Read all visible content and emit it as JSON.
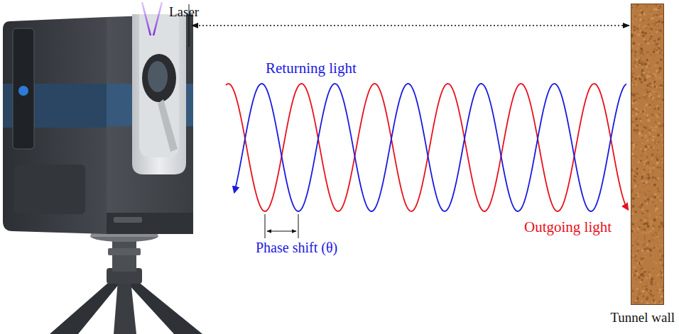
{
  "diagram": {
    "nodes": [
      {
        "text": [
          "Tunnel wall"
        ]
      }
    ],
    "labels": [
      "Laser",
      "Returning light",
      "Outgoing light",
      "Phase shift (θ)"
    ]
  }
}
